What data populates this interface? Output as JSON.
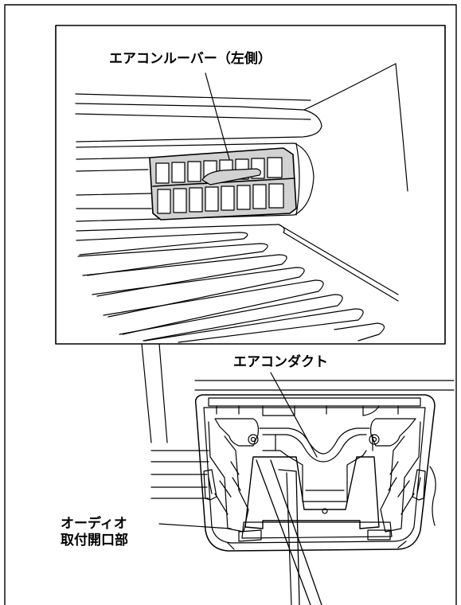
{
  "labels": {
    "aircon_louver_left": "エアコンルーバー（左側）",
    "aircon_duct": "エアコンダクト",
    "audio_mount_opening_line1": "オーディオ",
    "audio_mount_opening_line2": "取付開口部"
  },
  "colors": {
    "line": "#000000",
    "louver_fill": "#d2d2d2",
    "background": "#ffffff"
  }
}
